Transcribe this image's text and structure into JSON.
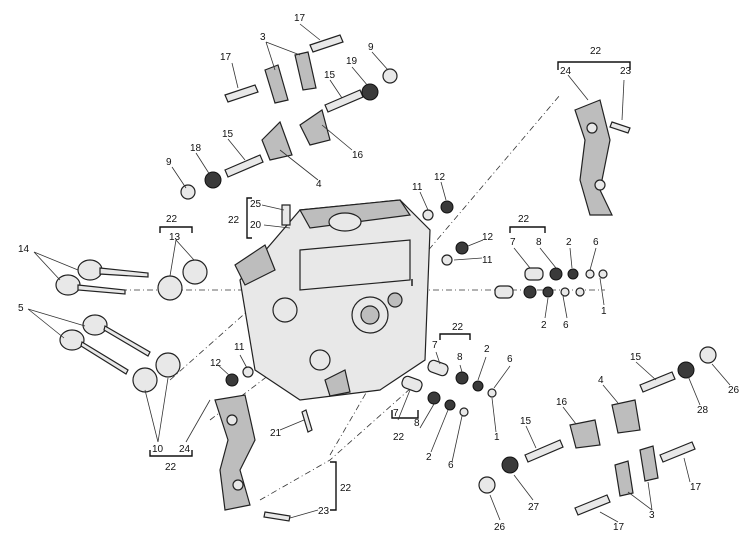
{
  "callouts": {
    "c17a": "17",
    "c3a": "3",
    "c17b": "17",
    "c9a": "9",
    "c19a": "19",
    "c15a": "15",
    "c16a": "16",
    "c16b": "16",
    "c15b": "15",
    "c4a": "4",
    "c9b": "9",
    "c18": "18",
    "c25": "25",
    "c22a": "22",
    "c20": "20",
    "c11a": "11",
    "c12a": "12",
    "c22b": "22",
    "c13": "13",
    "c14": "14",
    "c12b": "12",
    "c11b": "11",
    "c22c": "22",
    "c7a": "7",
    "c8a": "8",
    "c2a": "2",
    "c6a": "6",
    "c2b": "2",
    "c6b": "6",
    "c1a": "1",
    "c22top": "22",
    "c24a": "24",
    "c23a": "23",
    "c5": "5",
    "c10": "10",
    "c24b": "24",
    "c22d": "22",
    "c12c": "12",
    "c11c": "11",
    "c21": "21",
    "c22e": "22",
    "c7b": "7",
    "c8b": "8",
    "c2c": "2",
    "c6c": "6",
    "c7c": "7",
    "c8c": "8",
    "c2d": "2",
    "c6d": "6",
    "c1b": "1",
    "c22f": "22",
    "c15c": "15",
    "c4b": "4",
    "c26a": "26",
    "c28": "28",
    "c16c": "16",
    "c15d": "15",
    "c27": "27",
    "c26b": "26",
    "c3b": "3",
    "c17c": "17",
    "c17d": "17",
    "c22g": "22",
    "c23b": "23"
  }
}
